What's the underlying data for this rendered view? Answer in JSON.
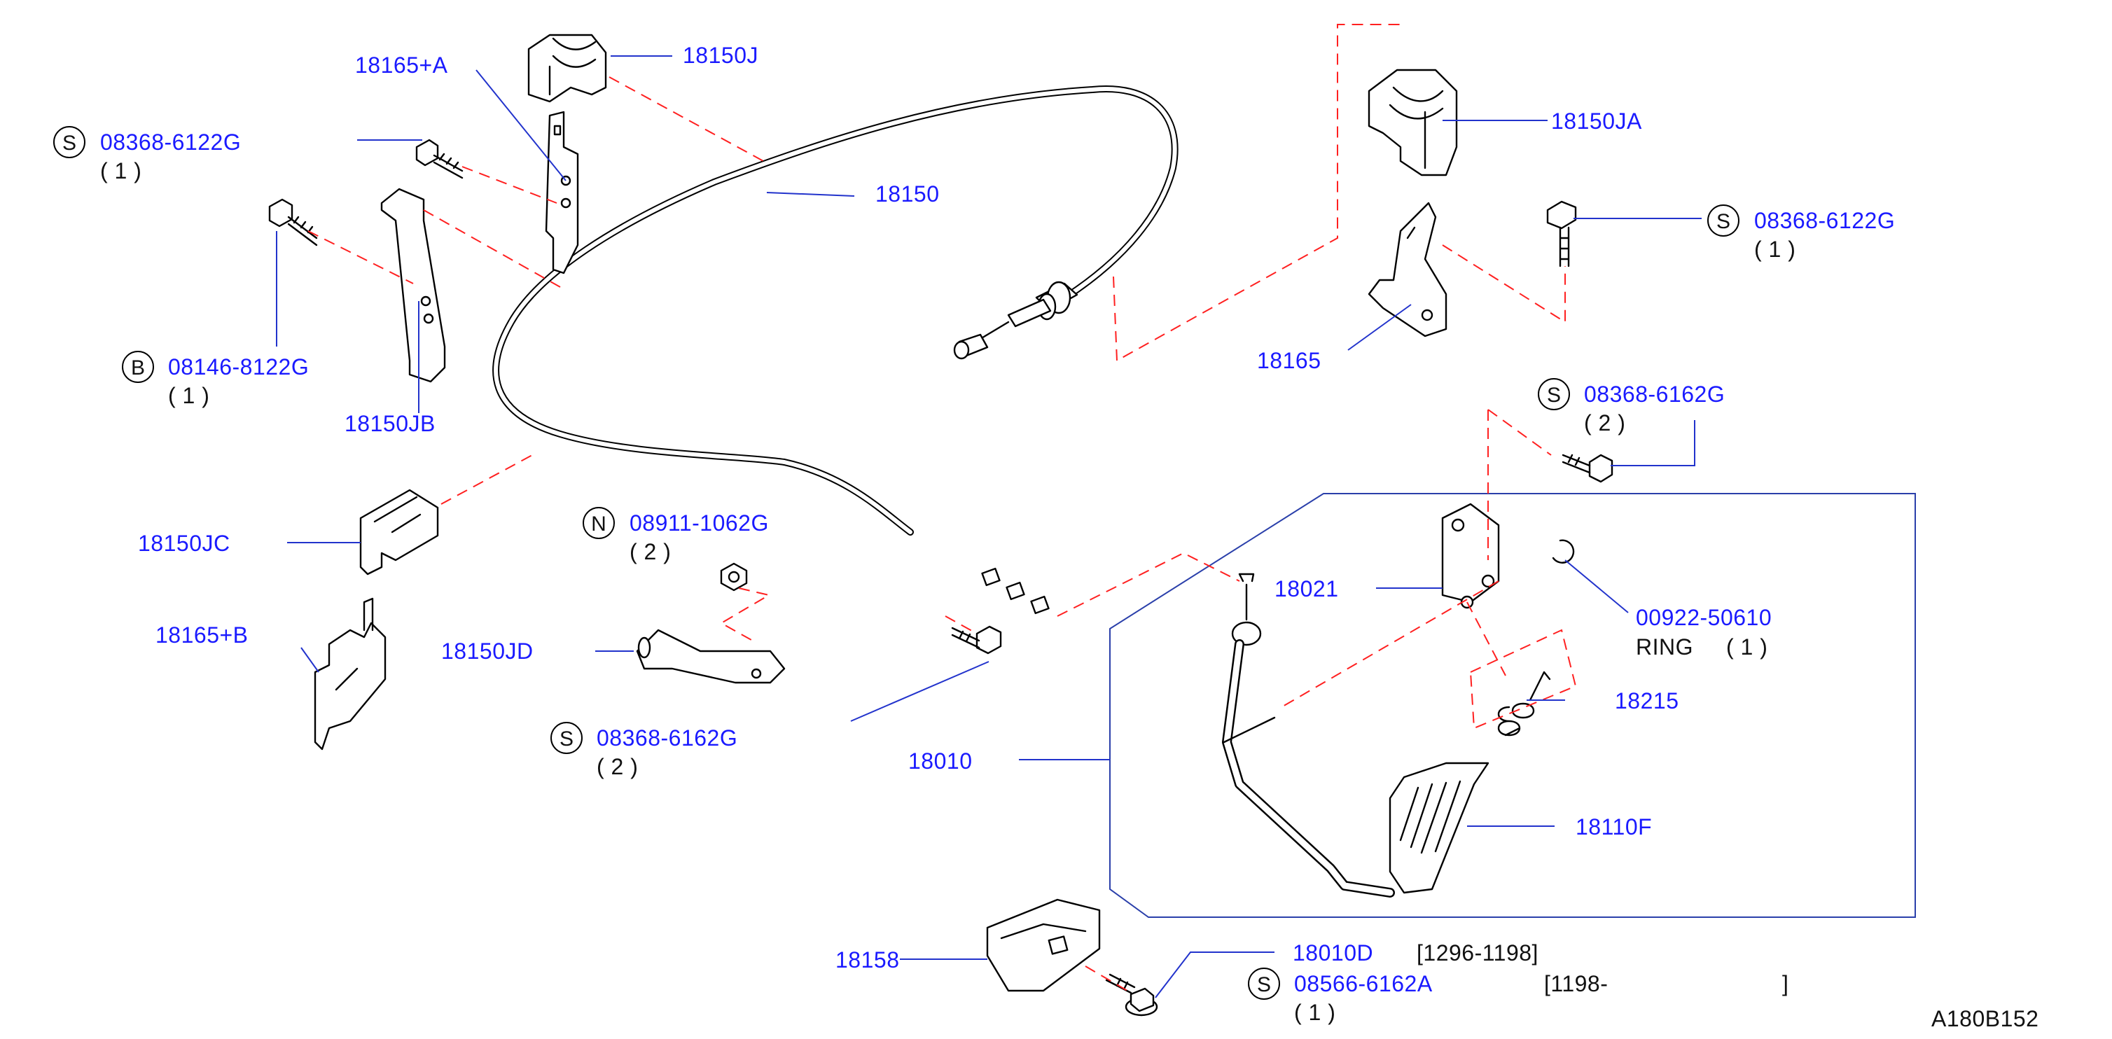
{
  "parts": {
    "p18165A": "18165+A",
    "p18150J": "18150J",
    "p18150": "18150",
    "p18150JA": "18150JA",
    "p18150JB": "18150JB",
    "p18150JC": "18150JC",
    "p18165B": "18165+B",
    "p18150JD": "18150JD",
    "p18010": "18010",
    "p18021": "18021",
    "p18215": "18215",
    "p18110F": "18110F",
    "p18158": "18158",
    "p18010D": "18010D",
    "p18165": "18165"
  },
  "fasteners": {
    "s1": {
      "symbol": "S",
      "number": "08368-6122G",
      "qty": "( 1 )"
    },
    "b1": {
      "symbol": "B",
      "number": "08146-8122G",
      "qty": "( 1 )"
    },
    "s2": {
      "symbol": "S",
      "number": "08368-6122G",
      "qty": "( 1 )"
    },
    "s3": {
      "symbol": "S",
      "number": "08368-6162G",
      "qty": "( 2 )"
    },
    "n1": {
      "symbol": "N",
      "number": "08911-1062G",
      "qty": "( 2 )"
    },
    "s4": {
      "symbol": "S",
      "number": "08368-6162G",
      "qty": "( 2 )"
    },
    "ring": {
      "number": "00922-50610",
      "name": "RING",
      "qty": "( 1 )"
    },
    "s5": {
      "symbol": "S",
      "number": "08566-6162A",
      "qty": "( 1 )"
    }
  },
  "date_ranges": {
    "r18010D": "[1296-1198]",
    "r_s5_open": "[1198-",
    "r_s5_close": "]"
  },
  "diagram_code": "A180B152",
  "colors": {
    "label": "#1a1aff",
    "leader": "#2233cc",
    "dash": "#ff2020",
    "box": "#2a3faa"
  }
}
